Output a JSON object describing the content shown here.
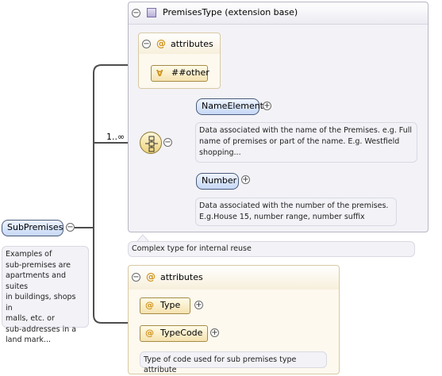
{
  "root": {
    "label": "SubPremises",
    "doc": [
      "Examples of",
      "sub-premises are",
      "apartments and suites",
      "in buildings, shops in",
      "malls, etc. or",
      "sub-addresses in a",
      "land mark..."
    ]
  },
  "premises_type": {
    "title": "PremisesType (extension base)",
    "attributes_label": "attributes",
    "any_attribute": "##other",
    "occurrence": "1..∞",
    "elements": [
      {
        "name": "NameElement",
        "doc": [
          "Data associated with the name of the Premises. e.g. Full",
          "name of premises or part of the name. E.g. Westfield",
          "shopping..."
        ]
      },
      {
        "name": "Number",
        "doc": [
          "Data associated with the number of the premises.",
          "E.g.House 15, number range, number suffix"
        ]
      }
    ],
    "complex_note": "Complex type for internal reuse"
  },
  "own_attributes": {
    "label": "attributes",
    "items": [
      {
        "name": "Type"
      },
      {
        "name": "TypeCode",
        "doc": "Type of code used for sub premises type attribute"
      }
    ]
  },
  "icons": {
    "collapse": "−",
    "expand": "+",
    "attribute": "@",
    "any": "∀"
  },
  "colors": {
    "type_bg": "#f3f2f7",
    "attr_bg": "#fdf9ef",
    "element_pill": "#c7d8f5",
    "attr_pill": "#f5e2b0",
    "at_symbol": "#d0931b"
  }
}
